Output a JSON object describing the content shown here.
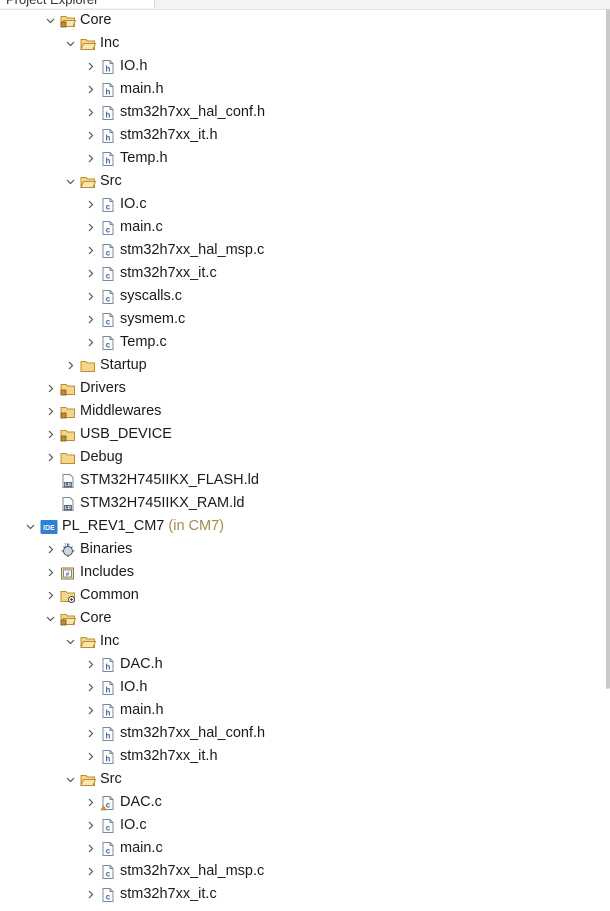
{
  "view": {
    "tab_title": "Project Explorer"
  },
  "tree": [
    {
      "label": "Core",
      "type": "folder-src",
      "depth": 1,
      "state": "expanded"
    },
    {
      "label": "Inc",
      "type": "folder",
      "depth": 2,
      "state": "expanded"
    },
    {
      "label": "IO.h",
      "type": "file-h",
      "depth": 3,
      "state": "collapsed"
    },
    {
      "label": "main.h",
      "type": "file-h",
      "depth": 3,
      "state": "collapsed"
    },
    {
      "label": "stm32h7xx_hal_conf.h",
      "type": "file-h",
      "depth": 3,
      "state": "collapsed"
    },
    {
      "label": "stm32h7xx_it.h",
      "type": "file-h",
      "depth": 3,
      "state": "collapsed"
    },
    {
      "label": "Temp.h",
      "type": "file-h",
      "depth": 3,
      "state": "collapsed"
    },
    {
      "label": "Src",
      "type": "folder",
      "depth": 2,
      "state": "expanded"
    },
    {
      "label": "IO.c",
      "type": "file-c",
      "depth": 3,
      "state": "collapsed"
    },
    {
      "label": "main.c",
      "type": "file-c",
      "depth": 3,
      "state": "collapsed"
    },
    {
      "label": "stm32h7xx_hal_msp.c",
      "type": "file-c",
      "depth": 3,
      "state": "collapsed"
    },
    {
      "label": "stm32h7xx_it.c",
      "type": "file-c",
      "depth": 3,
      "state": "collapsed"
    },
    {
      "label": "syscalls.c",
      "type": "file-c",
      "depth": 3,
      "state": "collapsed"
    },
    {
      "label": "sysmem.c",
      "type": "file-c",
      "depth": 3,
      "state": "collapsed"
    },
    {
      "label": "Temp.c",
      "type": "file-c",
      "depth": 3,
      "state": "collapsed"
    },
    {
      "label": "Startup",
      "type": "folder",
      "depth": 2,
      "state": "collapsed"
    },
    {
      "label": "Drivers",
      "type": "folder-src",
      "depth": 1,
      "state": "collapsed"
    },
    {
      "label": "Middlewares",
      "type": "folder-src",
      "depth": 1,
      "state": "collapsed"
    },
    {
      "label": "USB_DEVICE",
      "type": "folder-src",
      "depth": 1,
      "state": "collapsed"
    },
    {
      "label": "Debug",
      "type": "folder",
      "depth": 1,
      "state": "collapsed"
    },
    {
      "label": "STM32H745IIKX_FLASH.ld",
      "type": "file-ld",
      "depth": 1,
      "state": "none"
    },
    {
      "label": "STM32H745IIKX_RAM.ld",
      "type": "file-ld",
      "depth": 1,
      "state": "none"
    },
    {
      "label": "PL_REV1_CM7",
      "suffix": "(in CM7)",
      "type": "project",
      "depth": 0,
      "state": "expanded"
    },
    {
      "label": "Binaries",
      "type": "binaries",
      "depth": 1,
      "state": "collapsed"
    },
    {
      "label": "Includes",
      "type": "includes",
      "depth": 1,
      "state": "collapsed"
    },
    {
      "label": "Common",
      "type": "folder-link",
      "depth": 1,
      "state": "collapsed"
    },
    {
      "label": "Core",
      "type": "folder-src",
      "depth": 1,
      "state": "expanded"
    },
    {
      "label": "Inc",
      "type": "folder",
      "depth": 2,
      "state": "expanded"
    },
    {
      "label": "DAC.h",
      "type": "file-h",
      "depth": 3,
      "state": "collapsed"
    },
    {
      "label": "IO.h",
      "type": "file-h",
      "depth": 3,
      "state": "collapsed"
    },
    {
      "label": "main.h",
      "type": "file-h",
      "depth": 3,
      "state": "collapsed"
    },
    {
      "label": "stm32h7xx_hal_conf.h",
      "type": "file-h",
      "depth": 3,
      "state": "collapsed"
    },
    {
      "label": "stm32h7xx_it.h",
      "type": "file-h",
      "depth": 3,
      "state": "collapsed"
    },
    {
      "label": "Src",
      "type": "folder",
      "depth": 2,
      "state": "expanded"
    },
    {
      "label": "DAC.c",
      "type": "file-c-mod",
      "depth": 3,
      "state": "collapsed"
    },
    {
      "label": "IO.c",
      "type": "file-c",
      "depth": 3,
      "state": "collapsed"
    },
    {
      "label": "main.c",
      "type": "file-c",
      "depth": 3,
      "state": "collapsed"
    },
    {
      "label": "stm32h7xx_hal_msp.c",
      "type": "file-c",
      "depth": 3,
      "state": "collapsed"
    },
    {
      "label": "stm32h7xx_it.c",
      "type": "file-c",
      "depth": 3,
      "state": "collapsed"
    }
  ],
  "colors": {
    "folder_fill": "#f5d58a",
    "folder_stroke": "#b8912f",
    "file_stroke": "#7b8a9a",
    "file_letter": "#3f63a8",
    "chevron": "#555555",
    "suffix": "#a48a4e",
    "project_blue": "#2f7fd6"
  }
}
